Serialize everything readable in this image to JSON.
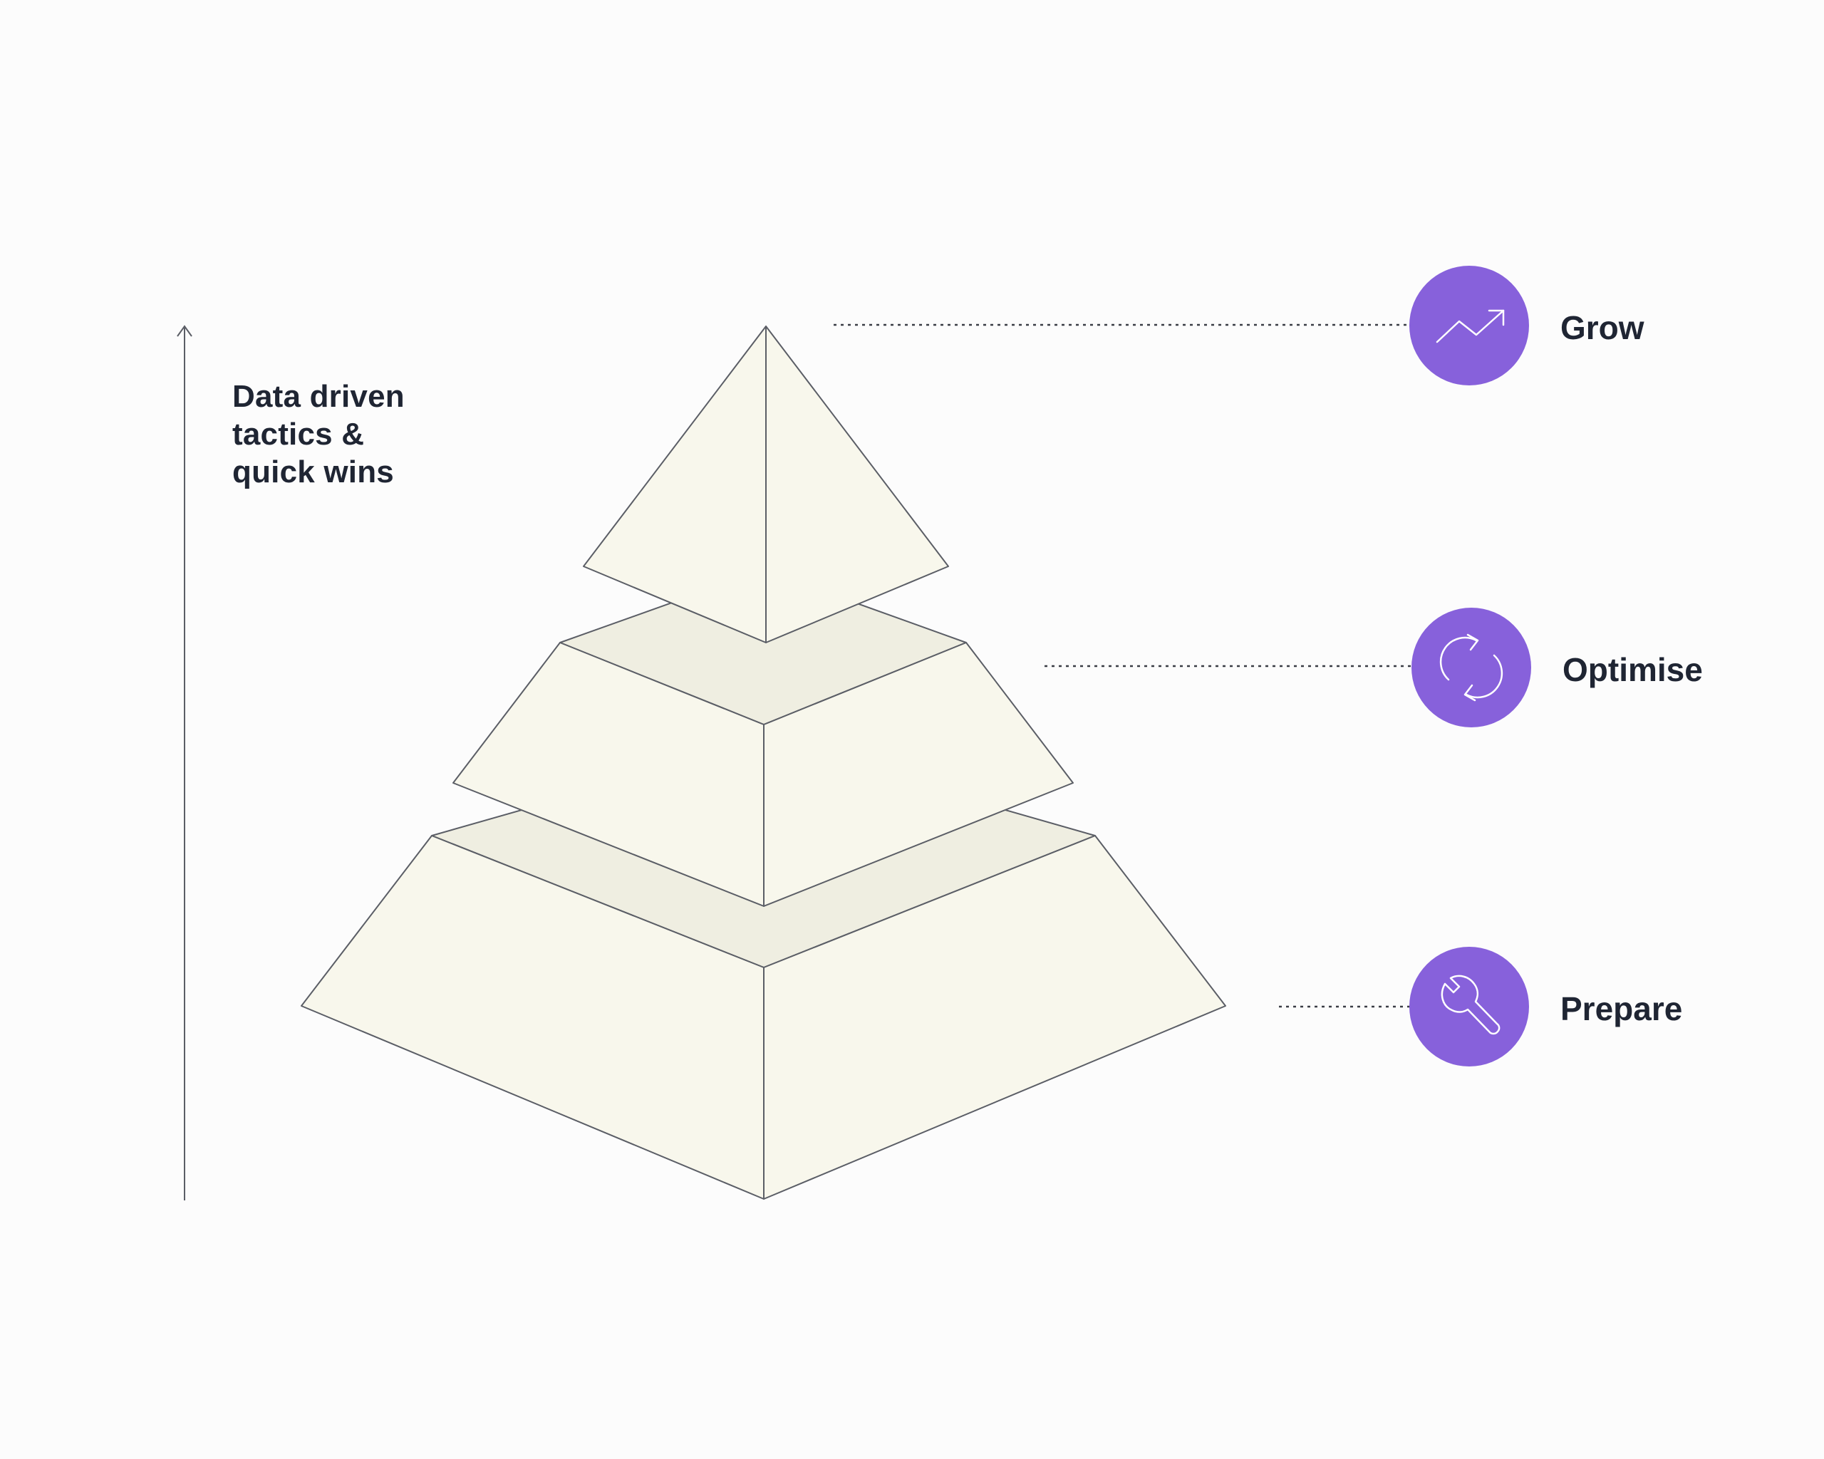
{
  "axis": {
    "label_lines": [
      "Data driven",
      "tactics &",
      "quick wins"
    ]
  },
  "tiers": [
    {
      "label": "Grow",
      "icon": "trending-up-icon"
    },
    {
      "label": "Optimise",
      "icon": "refresh-icon"
    },
    {
      "label": "Prepare",
      "icon": "wrench-icon"
    }
  ],
  "colors": {
    "background": "#fcfcfc",
    "pyramid_face": "#f8f7ec",
    "pyramid_top_face": "#efeee1",
    "pyramid_stroke": "#5b5e66",
    "icon_circle": "#8761db",
    "icon_stroke": "#ffffff",
    "text": "#1f2533",
    "axis_line": "#5b5e66"
  }
}
